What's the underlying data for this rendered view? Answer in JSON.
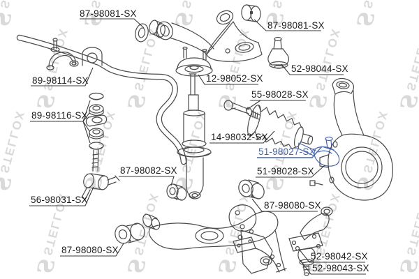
{
  "page": {
    "background": "#ffffff"
  },
  "colors": {
    "line": "#4a4a4a",
    "label_text": "#1c1c1c",
    "highlight_blue": "#4565b0",
    "watermark": "#d9d9d9"
  },
  "watermark": {
    "logo": "S",
    "text": "STELLOX"
  },
  "diagram": {
    "description_labels_note": "part number callouts",
    "labels": [
      {
        "id": "87-98081-sx-top-left",
        "text": "87-98081-SX",
        "highlighted": false
      },
      {
        "id": "87-98081-sx-top-right",
        "text": "87-98081-SX",
        "highlighted": false
      },
      {
        "id": "89-98114-sx",
        "text": "89-98114-SX",
        "highlighted": false
      },
      {
        "id": "12-98052-sx",
        "text": "12-98052-SX",
        "highlighted": false
      },
      {
        "id": "52-98044-sx",
        "text": "52-98044-SX",
        "highlighted": false
      },
      {
        "id": "55-98028-sx",
        "text": "55-98028-SX",
        "highlighted": false
      },
      {
        "id": "89-98116-sx",
        "text": "89-98116-SX",
        "highlighted": false
      },
      {
        "id": "14-98032-sx",
        "text": "14-98032-SX",
        "highlighted": false
      },
      {
        "id": "51-98027-sx",
        "text": "51-98027-SX",
        "highlighted": true
      },
      {
        "id": "51-98028-sx",
        "text": "51-98028-SX",
        "highlighted": false
      },
      {
        "id": "87-98082-sx",
        "text": "87-98082-SX",
        "highlighted": false
      },
      {
        "id": "56-98031-sx",
        "text": "56-98031-SX",
        "highlighted": false
      },
      {
        "id": "87-98080-sx-right",
        "text": "87-98080-SX",
        "highlighted": false
      },
      {
        "id": "87-98080-sx-bottom",
        "text": "87-98080-SX",
        "highlighted": false
      },
      {
        "id": "52-98042-sx",
        "text": "52-98042-SX",
        "highlighted": false
      },
      {
        "id": "52-98043-sx",
        "text": "52-98043-SX",
        "highlighted": false
      }
    ]
  }
}
